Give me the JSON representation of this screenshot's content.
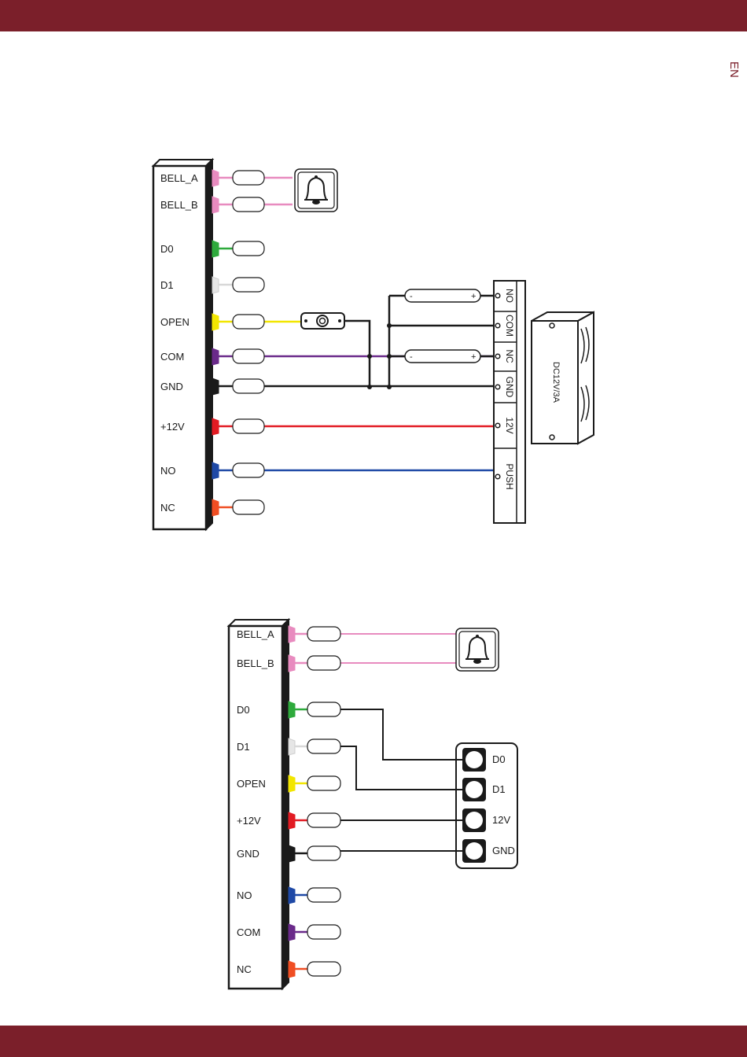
{
  "header": {
    "lang": "EN"
  },
  "diagram1": {
    "terminals": [
      "BELL_A",
      "BELL_B",
      "D0",
      "D1",
      "OPEN",
      "COM",
      "GND",
      "+12V",
      "NO",
      "NC"
    ],
    "wire_colors": [
      "#e88bbf",
      "#e88bbf",
      "#2eaa3c",
      "#e6e6e6",
      "#f2e600",
      "#6a2a8a",
      "#1a1a1a",
      "#e21b23",
      "#1f49a6",
      "#f04e23"
    ],
    "bell_icon": "bell-icon",
    "exit_button_icon": "exit-button-icon",
    "power_terminals": [
      "NO",
      "COM",
      "NC",
      "GND",
      "12V",
      "PUSH"
    ],
    "power_supply_label": "DC12V/3A",
    "lock_minus": "-",
    "lock_plus": "+"
  },
  "diagram2": {
    "terminals": [
      "BELL_A",
      "BELL_B",
      "D0",
      "D1",
      "OPEN",
      "+12V",
      "GND",
      "NO",
      "COM",
      "NC"
    ],
    "wire_colors": [
      "#e88bbf",
      "#e88bbf",
      "#2eaa3c",
      "#e6e6e6",
      "#f2e600",
      "#e21b23",
      "#1a1a1a",
      "#1f49a6",
      "#6a2a8a",
      "#f04e23"
    ],
    "bell_icon": "bell-icon",
    "reader_terminals": [
      "D0",
      "D1",
      "12V",
      "GND"
    ]
  }
}
